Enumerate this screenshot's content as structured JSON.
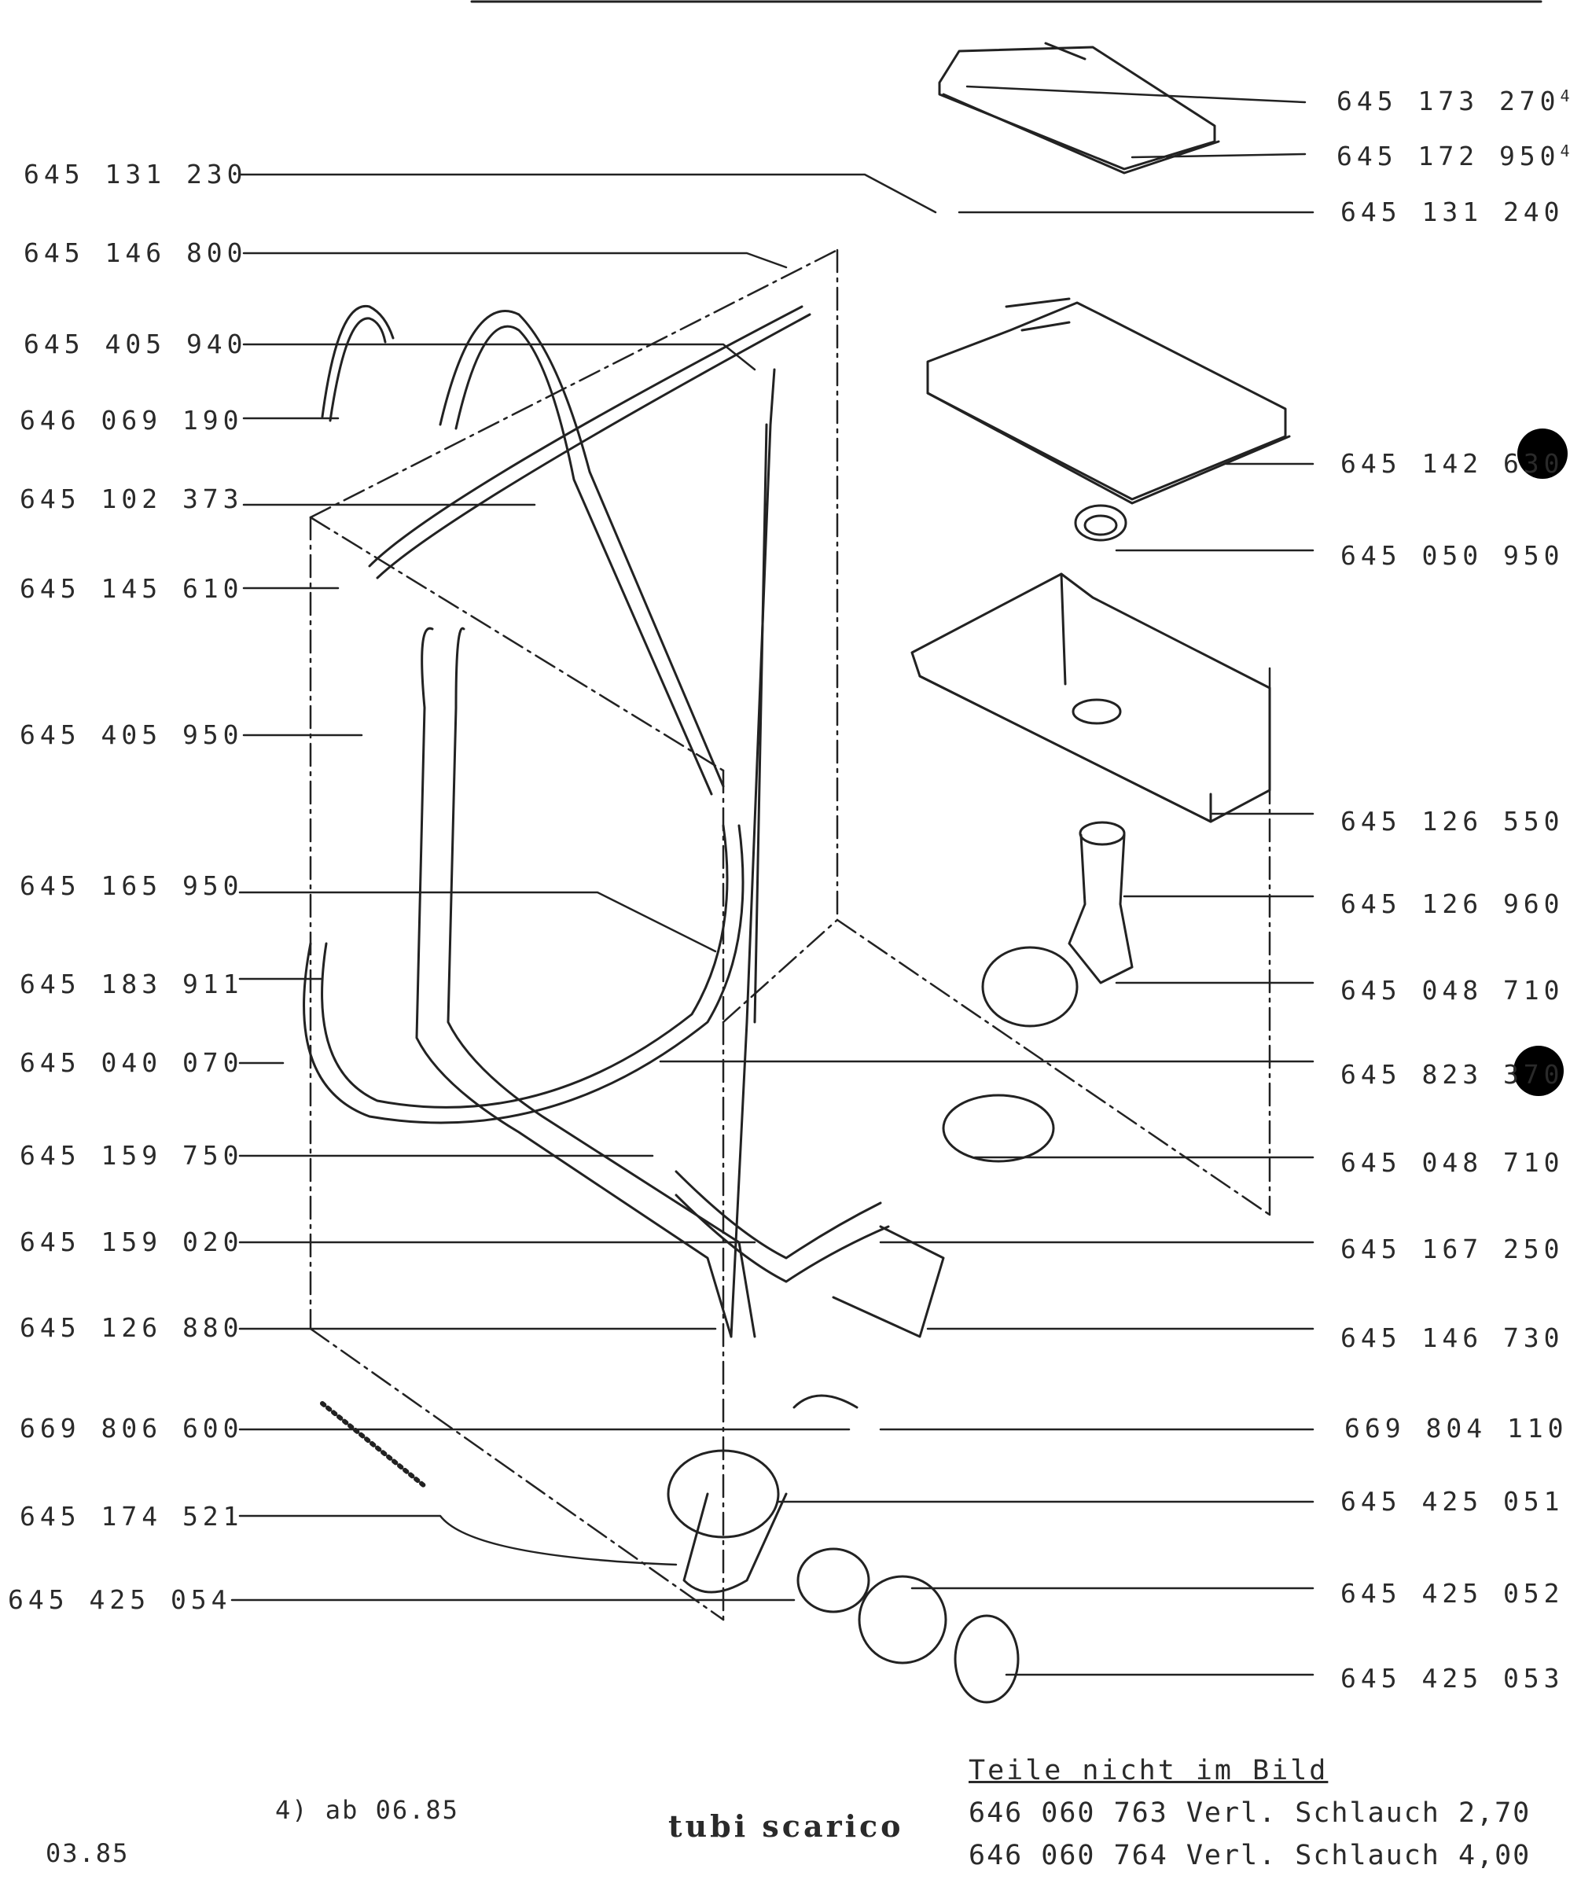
{
  "diagram_title": "tubi scarico",
  "date_code": "03.85",
  "footnote": "4) ab 06.85",
  "parts_not_shown": {
    "heading": "Teile nicht im Bild",
    "items": [
      "646 060 763 Verl. Schlauch 2,70",
      "646 060 764 Verl. Schlauch 4,00"
    ]
  },
  "left_labels": [
    "645 131 230",
    "645 146 800",
    "645 405 940",
    "646 069 190",
    "645 102 373",
    "645 145 610",
    "645 405 950",
    "645 165 950",
    "645 183 911",
    "645 040 070",
    "645 159 750",
    "645 159 020",
    "645 126 880",
    "669 806 600",
    "645 174 521",
    "645 425 054"
  ],
  "right_labels": [
    "645 173 270",
    "645 172 950",
    "645 131 240",
    "645 142 630",
    "645 050 950",
    "645 126 550",
    "645 126 960",
    "645 048 710",
    "645 823 370",
    "645 048 710",
    "645 167 250",
    "645 146 730",
    "669 804 110",
    "645 425 051",
    "645 425 052",
    "645 425 053"
  ],
  "footnote_marker": "4)"
}
